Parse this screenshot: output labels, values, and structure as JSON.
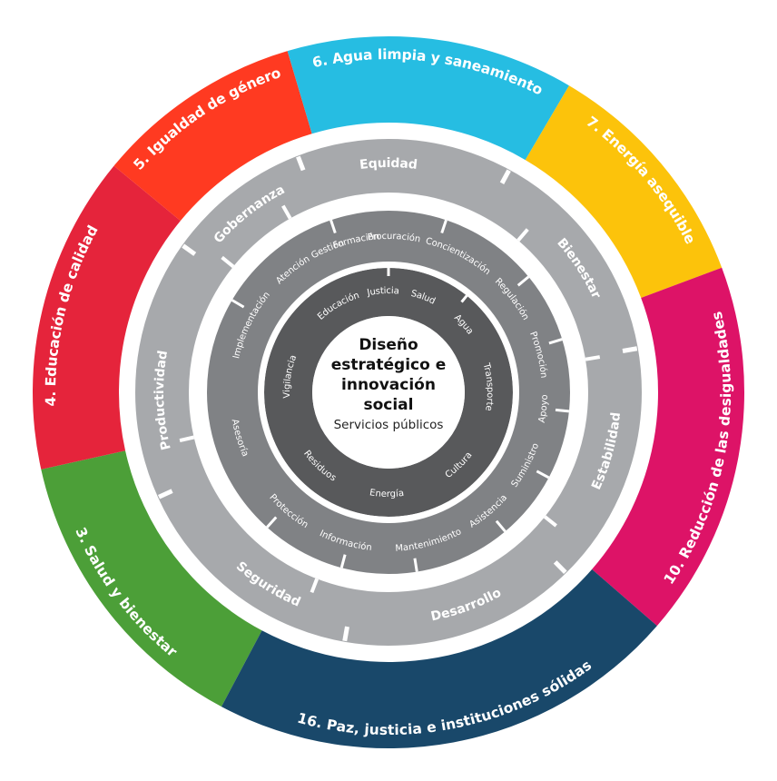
{
  "center": {
    "title_lines": [
      "Diseño",
      "estratégico e",
      "innovación",
      "social"
    ],
    "subtitle": "Servicios públicos"
  },
  "colors": {
    "ring_equity": "#a7a9ac",
    "ring_services": "#808285",
    "ring_core": "#58595b",
    "separator": "#ffffff"
  },
  "goals": [
    {
      "label": "3. Salud y bienestar",
      "color": "#4c9f38"
    },
    {
      "label": "4. Educación de calidad",
      "color": "#e5243b"
    },
    {
      "label": "5. Igualdad de género",
      "color": "#ff3a21"
    },
    {
      "label": "6. Agua limpia y saneamiento",
      "color": "#26bde2"
    },
    {
      "label": "7. Energía asequible",
      "color": "#fcc30b"
    },
    {
      "label": "10. Reducción de las desigualdades",
      "color": "#dd1367"
    },
    {
      "label": "16. Paz, justicia e instituciones sólidas",
      "color": "#19486a"
    }
  ],
  "principles": [
    "Equidad",
    "Bienestar",
    "Estabilidad",
    "Desarrollo",
    "Seguridad",
    "Productividad",
    "Gobernanza"
  ],
  "actions": [
    "Procuración",
    "Concientización",
    "Regulación",
    "Promoción",
    "Apoyo",
    "Suministro",
    "Asistencia",
    "Mantenimiento",
    "Información",
    "Protección",
    "Asesoría",
    "Implementación",
    "Atención",
    "Gestión",
    "Formación"
  ],
  "sectors": [
    "Justicia",
    "Salud",
    "Agua",
    "Transporte",
    "Cultura",
    "Energía",
    "Residuos",
    "Vigilancia",
    "Educación"
  ]
}
